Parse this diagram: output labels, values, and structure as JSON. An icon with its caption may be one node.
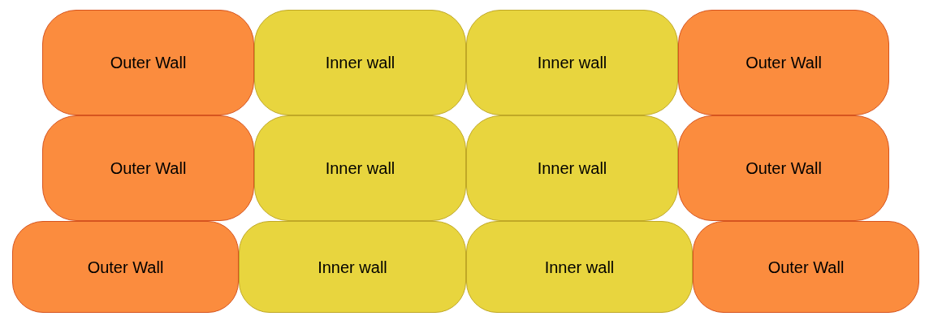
{
  "diagram": {
    "nodes": [
      {
        "text": [
          "Outer Wall"
        ]
      },
      {
        "text": [
          "Inner wall"
        ]
      },
      {
        "text": [
          "Inner wall"
        ]
      },
      {
        "text": [
          "Outer Wall"
        ]
      },
      {
        "text": [
          "Outer Wall"
        ]
      },
      {
        "text": [
          "Inner wall"
        ]
      },
      {
        "text": [
          "Inner wall"
        ]
      },
      {
        "text": [
          "Outer Wall"
        ]
      },
      {
        "text": [
          "Outer Wall"
        ]
      },
      {
        "text": [
          "Inner wall"
        ]
      },
      {
        "text": [
          "Inner wall"
        ]
      },
      {
        "text": [
          "Outer Wall"
        ]
      }
    ]
  }
}
